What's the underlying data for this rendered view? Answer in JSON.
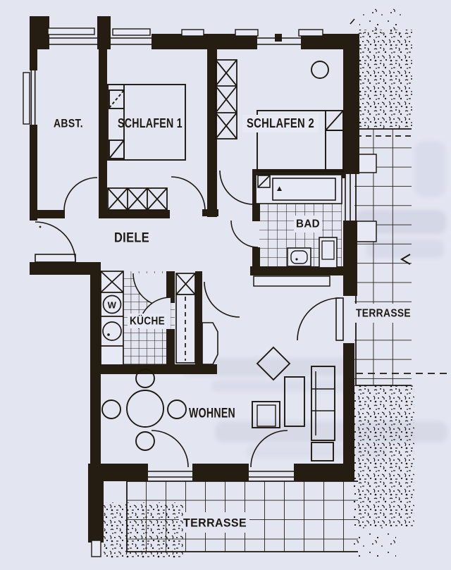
{
  "floorplan": {
    "rooms": [
      {
        "id": "abst",
        "label": "ABST."
      },
      {
        "id": "schlafen1",
        "label": "SCHLAFEN 1"
      },
      {
        "id": "schlafen2",
        "label": "SCHLAFEN 2"
      },
      {
        "id": "diele",
        "label": "DIELE"
      },
      {
        "id": "bad",
        "label": "BAD"
      },
      {
        "id": "kueche",
        "label": "KÜCHE"
      },
      {
        "id": "wohnen",
        "label": "WOHNEN"
      }
    ],
    "terraces": [
      {
        "id": "terrasse-right",
        "label": "TERRASSE"
      },
      {
        "id": "terrasse-bottom",
        "label": "TERRASSE"
      }
    ],
    "fixtures": {
      "washing_machine_label": "W"
    },
    "colors": {
      "paper": "#e3e6f1",
      "ink": "#251d12",
      "line": "#1d1710"
    }
  }
}
